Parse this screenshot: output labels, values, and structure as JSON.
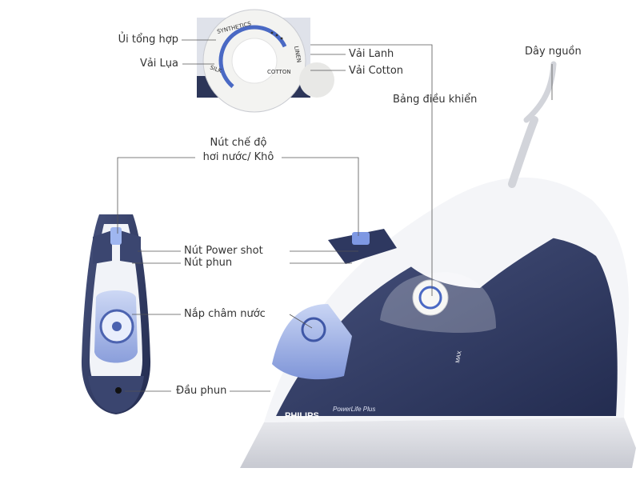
{
  "labels": {
    "ui_tong_hop": "Ủi tổng hợp",
    "vai_lua": "Vải Lụa",
    "vai_lanh": "Vải Lanh",
    "vai_cotton": "Vải Cotton",
    "day_nguon": "Dây nguồn",
    "bang_dieu_khien": "Bảng điều khiển",
    "nut_che_do_1": "Nút chế độ",
    "nut_che_do_2": "hơi nước/ Khô",
    "nut_power_shot": "Nút Power shot",
    "nut_phun": "Nút phun",
    "nap_cham_nuoc": "Nắp châm nước",
    "dau_phun": "Đầu phun"
  },
  "dial_text": {
    "synthetics": "SYNTHETICS",
    "silk": "SILK",
    "cotton": "COTTON",
    "linen": "LINEN"
  },
  "brand": {
    "name": "PHILIPS",
    "model": "PowerLife Plus",
    "max": "MAX"
  },
  "colors": {
    "navy": "#2f3a63",
    "white_body": "#f4f5f8",
    "blue_accent": "#6f86d6",
    "line": "#555555"
  }
}
